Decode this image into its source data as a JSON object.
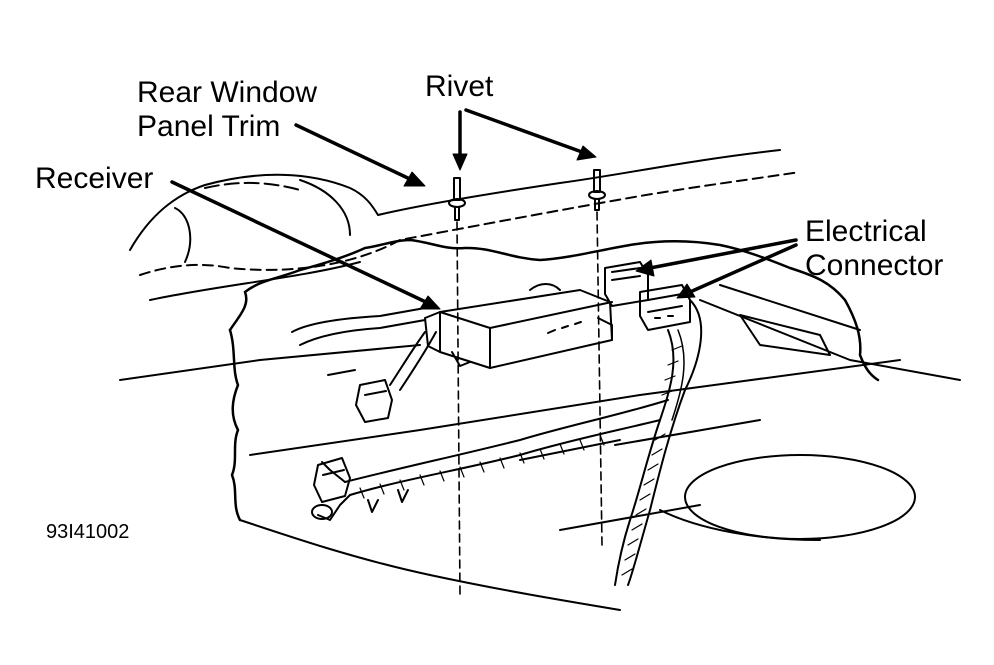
{
  "labels": {
    "rear_window_panel_trim_line1": "Rear Window",
    "rear_window_panel_trim_line2": "Panel Trim",
    "rivet": "Rivet",
    "receiver": "Receiver",
    "electrical_connector_line1": "Electrical",
    "electrical_connector_line2": "Connector"
  },
  "figure_code": "93I41002",
  "colors": {
    "ink": "#000000",
    "paper": "#ffffff"
  }
}
